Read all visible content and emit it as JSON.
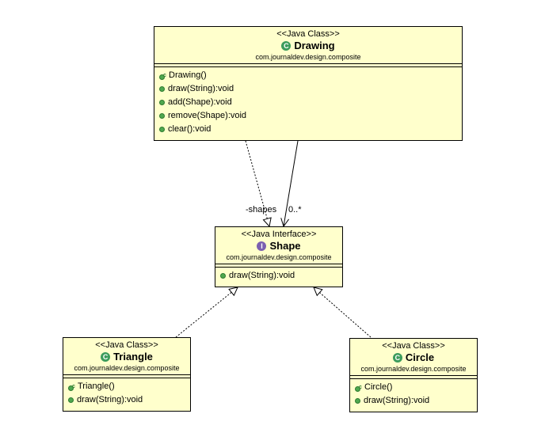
{
  "drawing": {
    "stereotype": "<<Java Class>>",
    "name": "Drawing",
    "package": "com.journaldev.design.composite",
    "badge": "C",
    "members": [
      "Drawing()",
      "draw(String):void",
      "add(Shape):void",
      "remove(Shape):void",
      "clear():void"
    ]
  },
  "shape": {
    "stereotype": "<<Java Interface>>",
    "name": "Shape",
    "package": "com.journaldev.design.composite",
    "badge": "I",
    "members": [
      "draw(String):void"
    ]
  },
  "triangle": {
    "stereotype": "<<Java Class>>",
    "name": "Triangle",
    "package": "com.journaldev.design.composite",
    "badge": "C",
    "members": [
      "Triangle()",
      "draw(String):void"
    ]
  },
  "circle": {
    "stereotype": "<<Java Class>>",
    "name": "Circle",
    "package": "com.journaldev.design.composite",
    "badge": "C",
    "members": [
      "Circle()",
      "draw(String):void"
    ]
  },
  "association": {
    "role": "-shapes",
    "multiplicity": "0..*"
  },
  "colors": {
    "box_fill": "#ffffcc",
    "class_badge": "#3c9c5c",
    "interface_badge": "#7b5fb0",
    "method_dot": "#4fa84f"
  }
}
